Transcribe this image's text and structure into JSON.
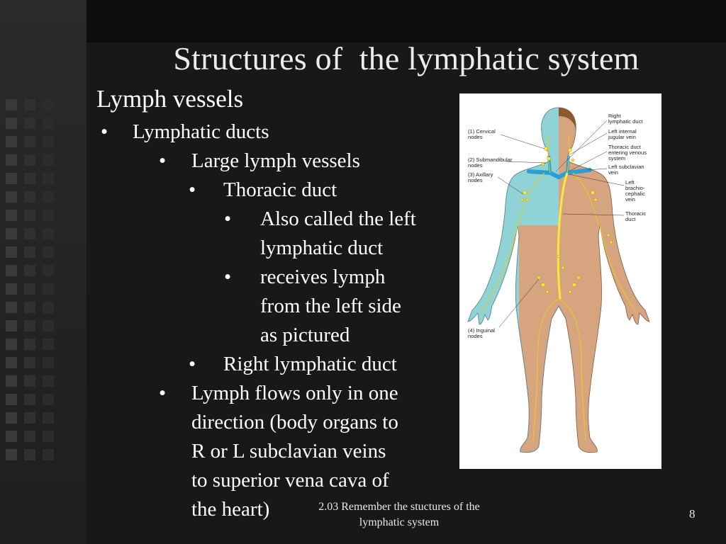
{
  "slide": {
    "title": "Structures of  the lymphatic system",
    "heading": "Lymph vessels",
    "bullets": {
      "b1": "Lymphatic ducts",
      "b2": "Large lymph vessels",
      "b3": "Thoracic duct",
      "b4_l1": "Also called the left",
      "b4_l2": "lymphatic duct",
      "b5_l1": "receives lymph",
      "b5_l2": "from the left side",
      "b5_l3": "as pictured",
      "b6": "Right lymphatic duct",
      "b7_l1": "Lymph flows only in one",
      "b7_l2": "direction (body organs to",
      "b7_l3": "R or L subclavian veins",
      "b7_l4": "to superior vena cava of",
      "b7_l5": "the heart)"
    },
    "bullet_char": "•",
    "footer_l1": "2.03 Remember the stuctures of the",
    "footer_l2": "lymphatic system",
    "page_number": "8"
  },
  "figure": {
    "labels_left": {
      "cervical_l1": "(1) Cervical",
      "cervical_l2": "nodes",
      "submandibular_l1": "(2) Submandibular",
      "submandibular_l2": "nodes",
      "axillary_l1": "(3) Axillary",
      "axillary_l2": "nodes",
      "inguinal_l1": "(4) Inguinal",
      "inguinal_l2": "nodes"
    },
    "labels_right": {
      "right_duct_l1": "Right",
      "right_duct_l2": "lymphatic duct",
      "jugular_l1": "Left internal",
      "jugular_l2": "jugular vein",
      "thoracic_entering_l1": "Thoracic duct",
      "thoracic_entering_l2": "entering venous",
      "thoracic_entering_l3": "system",
      "subclavian_l1": "Left subclavian",
      "subclavian_l2": "vein",
      "brachio_l1": "Left",
      "brachio_l2": "brachio-",
      "brachio_l3": "cephalic",
      "brachio_l4": "vein",
      "thoracic_duct_l1": "Thoracic",
      "thoracic_duct_l2": "duct"
    },
    "colors": {
      "right_side_drained": "#8fd3d6",
      "left_side_skin": "#d6a47f",
      "vessels": "#ffe83a",
      "veins": "#2a9fd6"
    }
  }
}
